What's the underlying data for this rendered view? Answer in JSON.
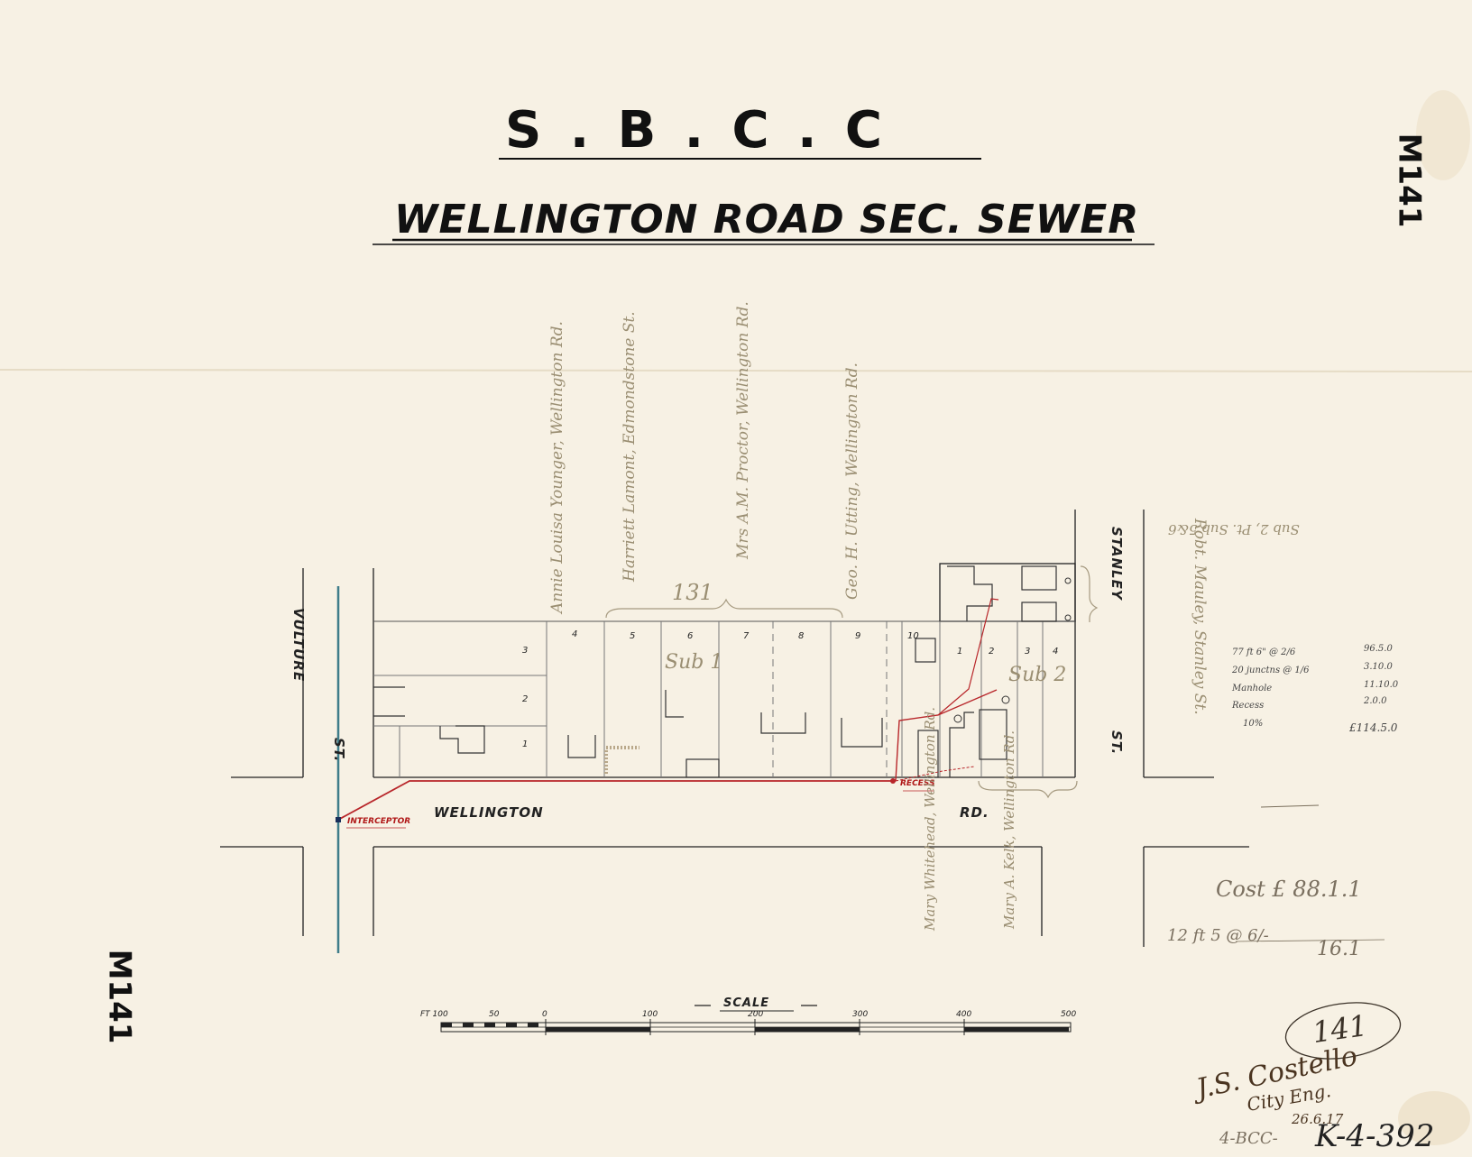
{
  "header": {
    "title": "S . B . C . C",
    "subtitle": "WELLINGTON ROAD SEC. SEWER"
  },
  "stamps": {
    "right": "M141",
    "left": "M141"
  },
  "streets": {
    "vulture": "VULTURE",
    "vulture_st": "ST.",
    "wellington": "WELLINGTON",
    "wellington_rd": "RD.",
    "stanley": "STANLEY",
    "stanley_st": "ST."
  },
  "lots_top": [
    "4",
    "5",
    "6",
    "7",
    "8",
    "9",
    "10",
    "1",
    "2",
    "3",
    "4"
  ],
  "lots_left": [
    "3",
    "2",
    "1"
  ],
  "labels": {
    "interceptor": "INTERCEPTOR",
    "recess": "RECESS",
    "block_number": "131",
    "sub1": "Sub 1",
    "sub2": "Sub 2"
  },
  "owners": [
    "Annie Louisa Younger, Wellington Rd.",
    "Harriett Lamont, Edmondstone St.",
    "Mrs A.M. Proctor, Wellington Rd.",
    "Geo. H. Utting, Wellington Rd.",
    "Robt. Mauley, Stanley St.",
    "Mary Whitehead, Wellington Rd.",
    "Mary A. Kelk, Wellington Rd."
  ],
  "right_notes": {
    "sub_note": "Sub 2, Pt. Sub 5&6",
    "lines": [
      "77 ft 6\" @ 2/6",
      "20 junctns @ 1/6",
      "Manhole",
      "Recess",
      "10%"
    ],
    "amounts": [
      "96.5.0",
      "3.10.0",
      "11.10.0",
      "2.0.0",
      "£114.5.0"
    ],
    "cost": "Cost £ 88.1.1",
    "per_ft": "12 ft 5 @ 6/-",
    "per_ft_value": "16.1",
    "round_number": "141"
  },
  "scale": {
    "label": "SCALE",
    "ticks": [
      "FT 100",
      "50",
      "0",
      "100",
      "200",
      "300",
      "400",
      "500"
    ]
  },
  "signature": {
    "name": "J.S. Costello",
    "title": "City Eng.",
    "date": "26.6.17",
    "ref_prefix": "4-BCC-",
    "ref": "K-4-392"
  }
}
